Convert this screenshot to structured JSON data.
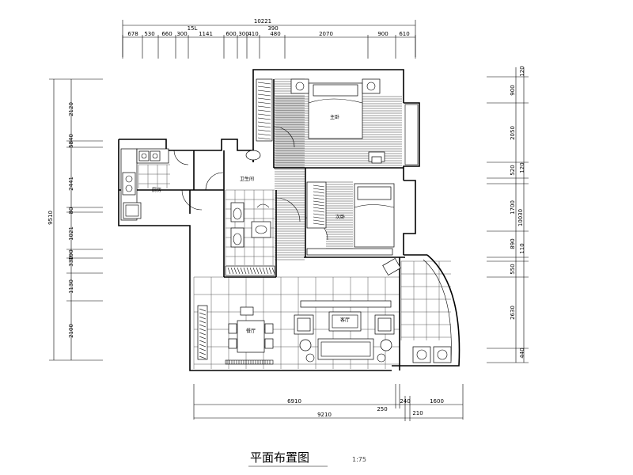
{
  "drawing": {
    "title": "平面布置图",
    "scale": "1:75"
  },
  "dimensions": {
    "top_total": "10221",
    "top_upper": [
      "15L",
      "390"
    ],
    "top_segments": [
      "678",
      "530",
      "660",
      "300",
      "1141",
      "600",
      "300",
      "410",
      "480",
      "2070",
      "900",
      "610"
    ],
    "left_total": "9510",
    "left_segments": [
      "2120",
      "5840",
      "2441",
      "80",
      "1021",
      "190",
      "330",
      "1130",
      "2100"
    ],
    "right_total": "10030",
    "right_segments": [
      "120",
      "900",
      "2050",
      "520",
      "120",
      "1700",
      "890",
      "110",
      "550",
      "2630",
      "440"
    ],
    "bottom_upper": [
      "6910",
      "240",
      "1600"
    ],
    "bottom_total": "9210",
    "bottom_lower": [
      "250",
      "210"
    ]
  },
  "rooms": {
    "master_bedroom": "主卧",
    "second_bedroom": "次卧",
    "kitchen": "厨房",
    "bathroom": "卫生间",
    "dining": "餐厅",
    "living": "客厅"
  }
}
